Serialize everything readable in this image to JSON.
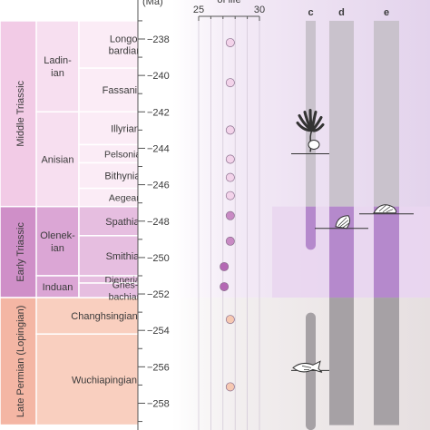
{
  "chart_data": {
    "type": "scatter",
    "time_axis": {
      "unit_label": "(Ma)",
      "range_ma": [
        237,
        259.2
      ],
      "ticks": [
        238,
        240,
        242,
        244,
        246,
        248,
        250,
        252,
        254,
        256,
        258
      ]
    },
    "top_axis": {
      "label_fragment": "of life",
      "ticks": [
        25,
        30
      ],
      "range": [
        25,
        30
      ]
    },
    "stratigraphy": {
      "series": [
        {
          "name": "Middle Triassic",
          "top_ma": 237,
          "base_ma": 247.2
        },
        {
          "name": "Early Triassic",
          "top_ma": 247.2,
          "base_ma": 252.2
        },
        {
          "name": "Late Permian (Lopingian)",
          "top_ma": 252.2,
          "base_ma": 259.2
        }
      ],
      "stages": [
        {
          "name": "Ladin-\nian",
          "top_ma": 237,
          "base_ma": 242.0
        },
        {
          "name": "Anisian",
          "top_ma": 242.0,
          "base_ma": 247.2
        },
        {
          "name": "Olenek-\nian",
          "top_ma": 247.2,
          "base_ma": 251.0
        },
        {
          "name": "Induan",
          "top_ma": 251.0,
          "base_ma": 252.2
        },
        {
          "name": "Changhsingian",
          "top_ma": 252.2,
          "base_ma": 254.2
        },
        {
          "name": "Wuchiapingian",
          "top_ma": 254.2,
          "base_ma": 259.2
        }
      ],
      "substages": [
        {
          "name": "Longo-\nbardian",
          "top_ma": 237,
          "base_ma": 239.6
        },
        {
          "name": "Fassanian",
          "top_ma": 239.6,
          "base_ma": 242.0
        },
        {
          "name": "Illyrian",
          "top_ma": 242.0,
          "base_ma": 243.8
        },
        {
          "name": "Pelsonian",
          "top_ma": 243.8,
          "base_ma": 244.8
        },
        {
          "name": "Bithynian",
          "top_ma": 244.8,
          "base_ma": 246.2
        },
        {
          "name": "Aegean",
          "top_ma": 246.2,
          "base_ma": 247.2
        },
        {
          "name": "Spathian",
          "top_ma": 247.2,
          "base_ma": 248.8
        },
        {
          "name": "Smithian",
          "top_ma": 248.8,
          "base_ma": 251.0
        },
        {
          "name": "Dienerian",
          "top_ma": 251.0,
          "base_ma": 251.4
        },
        {
          "name": "Gries-\nbachian",
          "top_ma": 251.4,
          "base_ma": 252.2
        }
      ]
    },
    "points": [
      {
        "ma": 238.2,
        "value": 27.6
      },
      {
        "ma": 240.4,
        "value": 27.6
      },
      {
        "ma": 243.0,
        "value": 27.6
      },
      {
        "ma": 244.6,
        "value": 27.6
      },
      {
        "ma": 245.6,
        "value": 27.6
      },
      {
        "ma": 246.6,
        "value": 27.6
      },
      {
        "ma": 247.7,
        "value": 27.6
      },
      {
        "ma": 249.1,
        "value": 27.6
      },
      {
        "ma": 250.5,
        "value": 27.1
      },
      {
        "ma": 251.6,
        "value": 27.1
      },
      {
        "ma": 253.4,
        "value": 27.6
      },
      {
        "ma": 257.1,
        "value": 27.6
      }
    ],
    "range_columns": [
      {
        "label": "c",
        "bars": [
          {
            "top_ma": 237,
            "base_ma": 249.3
          },
          {
            "top_ma": 253.3,
            "base_ma": 259.2
          }
        ],
        "marker_ma": [
          244.3,
          256.2
        ]
      },
      {
        "label": "d",
        "bars": [
          {
            "top_ma": 237,
            "base_ma": 259.2
          }
        ],
        "marker_ma": [
          248.4
        ]
      },
      {
        "label": "e",
        "bars": [
          {
            "top_ma": 237,
            "base_ma": 259.2
          }
        ],
        "marker_ma": [
          247.6
        ]
      }
    ]
  },
  "colors": {
    "middle_triassic": "#f2cbe6",
    "early_triassic": "#cf8fc8",
    "late_permian": "#f4b6a4",
    "stage_light": "#f7dff0",
    "stage_early": "#dba6d5",
    "stage_permian": "#f9cfbf",
    "triassic_band": "#e9d6f0",
    "permian_band": "#eae3e4",
    "range_triassic": "#b589cc",
    "range_permian": "#a6a1a5",
    "range_upper": "#c9c2cc"
  },
  "icons": [
    "crinoid-icon",
    "bivalve-icon",
    "gastropod-icon",
    "fish-icon"
  ]
}
